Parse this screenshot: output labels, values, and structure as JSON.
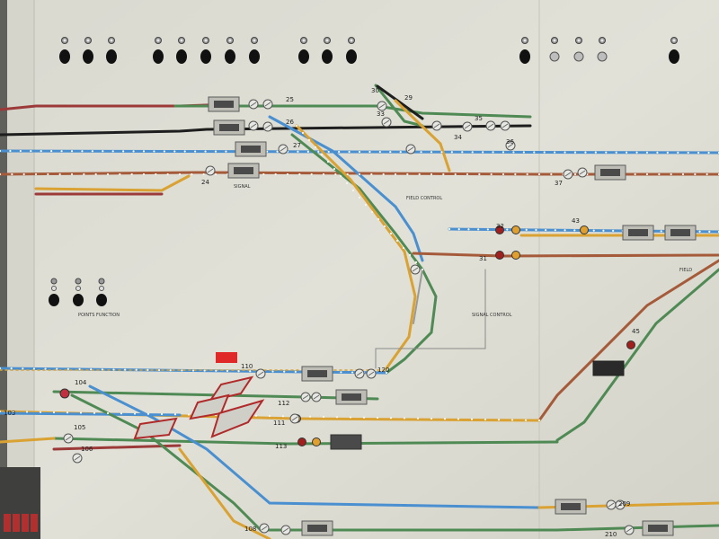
{
  "panel_caption": "POINTS FUNCTION",
  "middle_caption": "SIGNAL",
  "tracks": {
    "red": "#9c3a3a",
    "black": "#1e1e1e",
    "blue": "#4a8fd0",
    "orange": "#d9a233",
    "green": "#4f8a55",
    "grey": "#8a8a8a"
  },
  "signal_numbers": [
    "25",
    "26",
    "27",
    "24",
    "30",
    "29",
    "33",
    "34",
    "35",
    "36",
    "37",
    "32",
    "43",
    "31",
    "45",
    "110",
    "120",
    "104",
    "112",
    "103",
    "111",
    "105",
    "113",
    "106",
    "108",
    "209",
    "210"
  ],
  "overlay_labels": {
    "a": "FIELD CONTROL",
    "b": "SIGNAL CONTROL",
    "c": "FIELD"
  }
}
